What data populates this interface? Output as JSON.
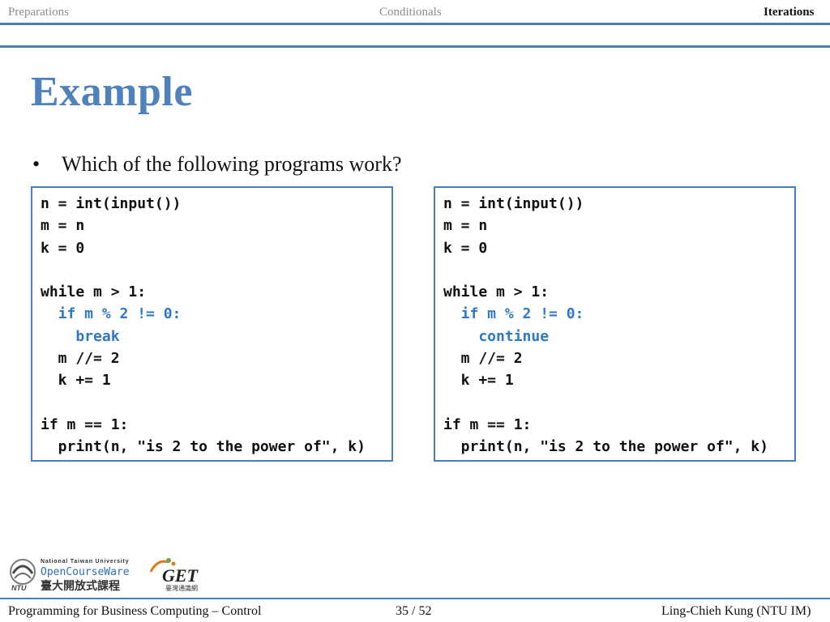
{
  "nav": {
    "items": [
      {
        "label": "Preparations",
        "active": false
      },
      {
        "label": "Conditionals",
        "active": false
      },
      {
        "label": "Iterations",
        "active": true
      }
    ]
  },
  "slide": {
    "title": "Example",
    "bullet": "Which of the following programs work?"
  },
  "code_left": [
    {
      "text": "n = int(input())",
      "highlight": false
    },
    {
      "text": "m = n",
      "highlight": false
    },
    {
      "text": "k = 0",
      "highlight": false
    },
    {
      "text": "",
      "highlight": false
    },
    {
      "text": "while m > 1:",
      "highlight": false
    },
    {
      "text": "  if m % 2 != 0:",
      "highlight": true
    },
    {
      "text": "    break",
      "highlight": true
    },
    {
      "text": "  m //= 2",
      "highlight": false
    },
    {
      "text": "  k += 1",
      "highlight": false
    },
    {
      "text": "",
      "highlight": false
    },
    {
      "text": "if m == 1:",
      "highlight": false
    },
    {
      "text": "  print(n, \"is 2 to the power of\", k)",
      "highlight": false
    }
  ],
  "code_right": [
    {
      "text": "n = int(input())",
      "highlight": false
    },
    {
      "text": "m = n",
      "highlight": false
    },
    {
      "text": "k = 0",
      "highlight": false
    },
    {
      "text": "",
      "highlight": false
    },
    {
      "text": "while m > 1:",
      "highlight": false
    },
    {
      "text": "  if m % 2 != 0:",
      "highlight": true
    },
    {
      "text": "    continue",
      "highlight": true
    },
    {
      "text": "  m //= 2",
      "highlight": false
    },
    {
      "text": "  k += 1",
      "highlight": false
    },
    {
      "text": "",
      "highlight": false
    },
    {
      "text": "if m == 1:",
      "highlight": false
    },
    {
      "text": "  print(n, \"is 2 to the power of\", k)",
      "highlight": false
    }
  ],
  "logos": {
    "ntu_small": "National Taiwan University",
    "ocw": "OpenCourseWare",
    "ntu_abbr": "NTU",
    "ocw_cn": "臺大開放式課程",
    "get": "GET",
    "get_cn": "臺灣通識網"
  },
  "footer": {
    "course": "Programming for Business Computing – Control",
    "page": "35 / 52",
    "author": "Ling-Chieh Kung (NTU IM)"
  },
  "colors": {
    "accent": "#4f81bd",
    "code_highlight": "#2e78c7",
    "rule": "#4a7eb8"
  }
}
